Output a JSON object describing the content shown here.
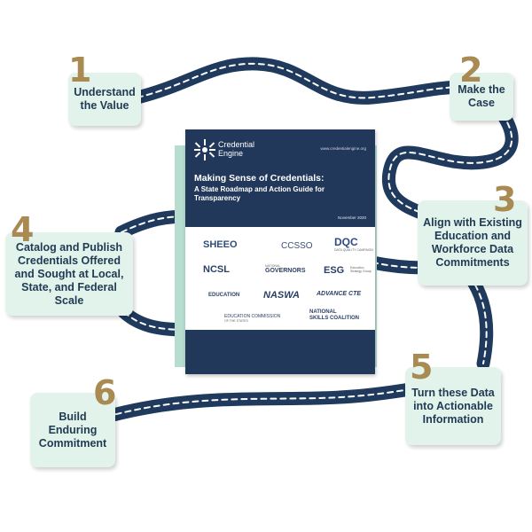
{
  "steps": [
    {
      "number": "1",
      "label": "Understand the Value"
    },
    {
      "number": "2",
      "label": "Make the Case"
    },
    {
      "number": "3",
      "label": "Align with Existing Education and Workforce Data Commitments"
    },
    {
      "number": "4",
      "label": "Catalog and Publish Credentials Offered and Sought at Local, State, and Federal Scale"
    },
    {
      "number": "5",
      "label": "Turn these Data into Actionable Information"
    },
    {
      "number": "6",
      "label": "Build Enduring Commitment"
    }
  ],
  "report": {
    "brand_line1": "Credential",
    "brand_line2": "Engine",
    "url": "www.credentialengine.org",
    "title": "Making Sense of Credentials:",
    "subtitle": "A State Roadmap and Action Guide for Transparency",
    "date": "November 2020",
    "logos": {
      "sheeo": "SHEEO",
      "ccsso": "CCSSO",
      "dqc": "DQC",
      "dqc_sub": "DATA QUALITY CAMPAIGN",
      "ncsl": "NCSL",
      "nga": "GOVERNORS",
      "nga_top": "NATIONAL",
      "esg": "ESG",
      "esg_sub": "Education Strategy Group",
      "eqo": "EDUCATION",
      "nasw": "NASWA",
      "advance": "ADVANCE CTE",
      "ecs": "EDUCATION COMMISSION",
      "ecs_sub": "OF THE STATES",
      "nsc_line1": "NATIONAL",
      "nsc_line2": "SKILLS COALITION"
    }
  },
  "colors": {
    "road": "#1f3a5c",
    "box": "#e2f3ec",
    "number": "#a88a52",
    "navy": "#22385a"
  }
}
